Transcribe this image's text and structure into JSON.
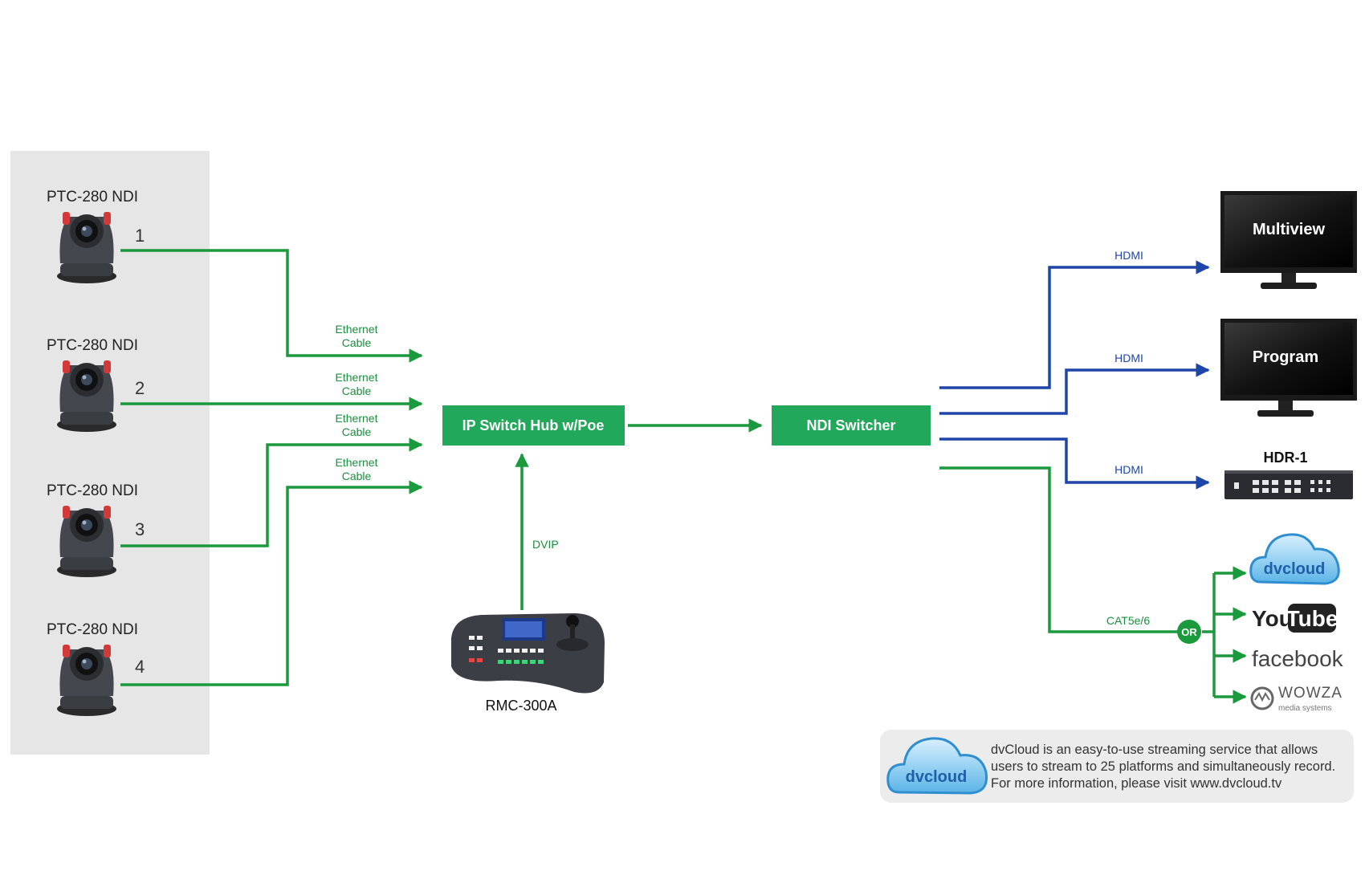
{
  "cameras": [
    {
      "model": "PTC-280 NDI",
      "number": "1"
    },
    {
      "model": "PTC-280 NDI",
      "number": "2"
    },
    {
      "model": "PTC-280 NDI",
      "number": "3"
    },
    {
      "model": "PTC-280 NDI",
      "number": "4"
    }
  ],
  "cable_labels": [
    {
      "line1": "Ethernet",
      "line2": "Cable"
    },
    {
      "line1": "Ethernet",
      "line2": "Cable"
    },
    {
      "line1": "Ethernet",
      "line2": "Cable"
    },
    {
      "line1": "Ethernet",
      "line2": "Cable"
    }
  ],
  "switch_hub": {
    "label": "IP Switch Hub w/Poe"
  },
  "ndi_switcher": {
    "label": "NDI Switcher"
  },
  "controller": {
    "link_label": "DVIP",
    "model": "RMC-300A"
  },
  "outputs": {
    "hdmi_label": "HDMI",
    "monitor1": "Multiview",
    "monitor2": "Program",
    "recorder": "HDR-1",
    "cat_label": "CAT5e/6",
    "or_label": "OR"
  },
  "platforms": {
    "dvcloud": "dvcloud",
    "youtube_you": "You",
    "youtube_tube": "Tube",
    "facebook": "facebook",
    "wowza": "WOWZA",
    "wowza_sub": "media systems"
  },
  "info_note": {
    "line1": "dvCloud is an easy-to-use streaming service that allows",
    "line2": "users to stream to 25 platforms and simultaneously record.",
    "line3": "For more information, please visit www.dvcloud.tv"
  },
  "colors": {
    "ethernet": "#1a9a3c",
    "hdmi": "#1f45a8",
    "box": "#22a85a",
    "panel": "#e6e6e6"
  }
}
